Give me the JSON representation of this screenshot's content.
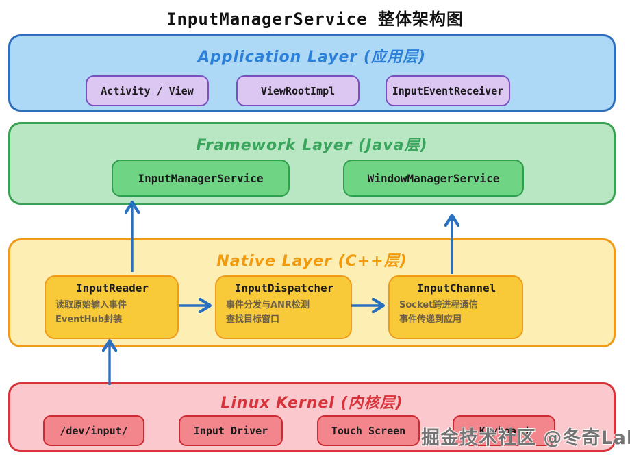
{
  "title": "InputManagerService 整体架构图",
  "watermark": "掘金技术社区 @冬奇Lab",
  "layers": {
    "application": {
      "heading": "Application Layer (应用层)",
      "boxes": [
        {
          "label": "Activity / View"
        },
        {
          "label": "ViewRootImpl"
        },
        {
          "label": "InputEventReceiver"
        }
      ]
    },
    "framework": {
      "heading": "Framework Layer (Java层)",
      "boxes": [
        {
          "label": "InputManagerService"
        },
        {
          "label": "WindowManagerService"
        }
      ]
    },
    "native": {
      "heading": "Native Layer (C++层)",
      "boxes": [
        {
          "label": "InputReader",
          "lines": [
            "读取原始输入事件",
            "EventHub封装"
          ]
        },
        {
          "label": "InputDispatcher",
          "lines": [
            "事件分发与ANR检测",
            "查找目标窗口"
          ]
        },
        {
          "label": "InputChannel",
          "lines": [
            "Socket跨进程通信",
            "事件传递到应用"
          ]
        }
      ]
    },
    "kernel": {
      "heading": "Linux Kernel (内核层)",
      "boxes": [
        {
          "label": "/dev/input/"
        },
        {
          "label": "Input Driver"
        },
        {
          "label": "Touch Screen"
        },
        {
          "label": "Keyboard"
        }
      ]
    }
  },
  "arrows": [
    {
      "from": "InputReader",
      "to": "InputManagerService",
      "direction": "up"
    },
    {
      "from": "InputChannel",
      "to": "WindowManagerService",
      "direction": "up"
    },
    {
      "from": "Linux Kernel",
      "to": "InputReader",
      "direction": "up"
    },
    {
      "from": "InputReader",
      "to": "InputDispatcher",
      "direction": "right"
    },
    {
      "from": "InputDispatcher",
      "to": "InputChannel",
      "direction": "right"
    }
  ],
  "colors": {
    "application_fill": "#ADD9F7",
    "application_border": "#2E6FBD",
    "application_heading": "#2B7FD9",
    "application_box_fill": "#DCC6F2",
    "application_box_border": "#7A4FC0",
    "framework_fill": "#B9E7C3",
    "framework_border": "#38A152",
    "framework_heading": "#3AA55C",
    "framework_box_fill": "#6FD484",
    "framework_box_border": "#2F9E4E",
    "native_fill": "#FDEEB3",
    "native_border": "#EF9B1A",
    "native_heading": "#F29A0D",
    "native_box_fill": "#F8C938",
    "native_box_border": "#EF9B1A",
    "native_caption": "#6C6046",
    "kernel_fill": "#FBC9CD",
    "kernel_border": "#D8333B",
    "kernel_heading": "#D8333B",
    "kernel_box_fill": "#F2868C",
    "kernel_box_border": "#CC2B33",
    "arrow": "#2970C0"
  }
}
